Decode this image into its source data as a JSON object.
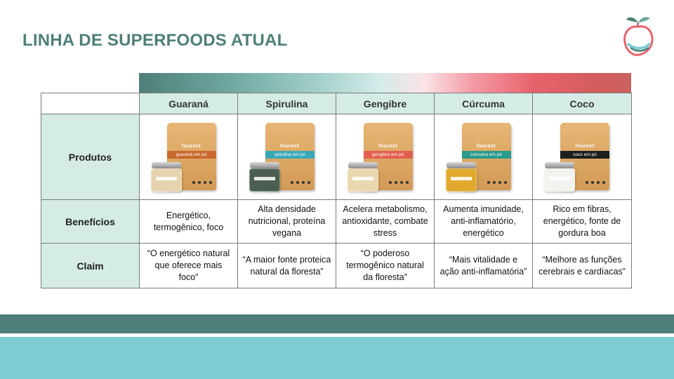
{
  "slide": {
    "title": "LINHA DE SUPERFOODS ATUAL"
  },
  "colors": {
    "title": "#4e7f78",
    "header_fill": "#d4ece5",
    "band_dark": "#4f7f78",
    "band_light": "#7ccdd1"
  },
  "table": {
    "columns": [
      "Guaraná",
      "Spirulina",
      "Gengibre",
      "Cúrcuma",
      "Coco"
    ],
    "row_labels": {
      "products": "Produtos",
      "benefits": "Benefícios",
      "claim": "Claim"
    },
    "products": [
      {
        "brand": "fourest",
        "label": "guaraná em pó",
        "label_color": "#c9692e",
        "jar_color": "#e6d3ad"
      },
      {
        "brand": "fourest",
        "label": "spirulina em pó",
        "label_color": "#3aa8b8",
        "jar_color": "#4b5e52"
      },
      {
        "brand": "fourest",
        "label": "gengibre em pó",
        "label_color": "#e15f4f",
        "jar_color": "#ead7ad"
      },
      {
        "brand": "fourest",
        "label": "cúrcuma em pó",
        "label_color": "#2a9a8c",
        "jar_color": "#e1aa2e"
      },
      {
        "brand": "fourest",
        "label": "coco em pó",
        "label_color": "#1e1e1e",
        "jar_color": "#f2f2ee"
      }
    ],
    "benefits": [
      "Energético, termogênico, foco",
      "Alta densidade nutricional, proteína vegana",
      "Acelera metabolismo, antioxidante, combate stress",
      "Aumenta imunidade, anti-inflamatório, energético",
      "Rico em fibras, energético, fonte de gordura boa"
    ],
    "claims": [
      "“O energético natural que oferece mais foco”",
      "“A maior fonte proteica natural da floresta”",
      "“O poderoso termogênico natural da floresta”",
      "“Mais vitalidade e ação anti-inflamatória”",
      "“Melhore as funções cerebrais e cardíacas”"
    ]
  }
}
